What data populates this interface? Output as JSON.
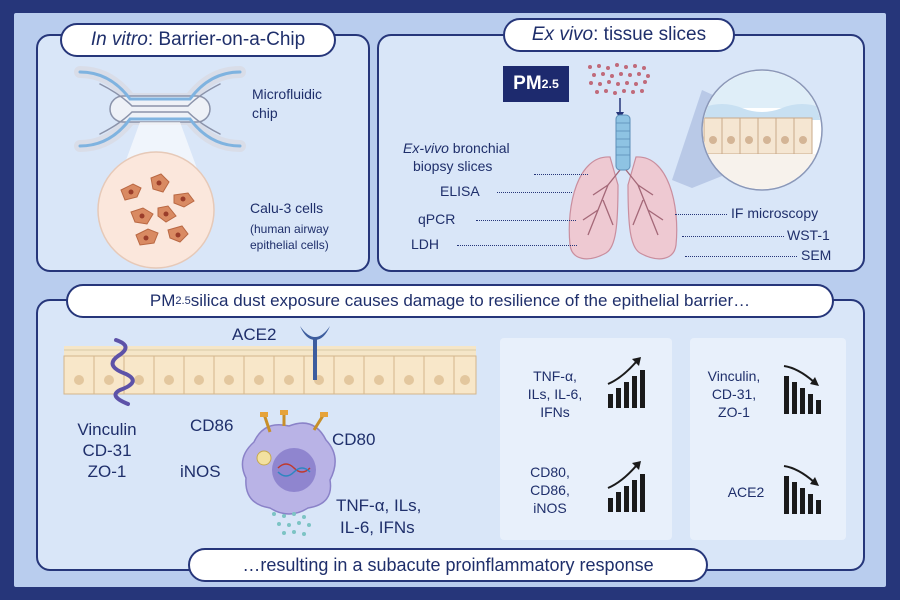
{
  "in_vitro": {
    "title_italic": "In vitro",
    "title_rest": ": Barrier-on-a-Chip",
    "chip_label_1": "Microfluidic",
    "chip_label_2": "chip",
    "cells_label": "Calu-3 cells",
    "cells_sub_1": "(human airway",
    "cells_sub_2": "epithelial cells)"
  },
  "ex_vivo": {
    "title_italic": "Ex vivo",
    "title_rest": ": tissue slices",
    "pm_main": "PM",
    "pm_sub": "2.5",
    "slices_italic": "Ex-vivo",
    "slices_rest": " bronchial",
    "slices_2": "biopsy slices",
    "assays_left": [
      "ELISA",
      "qPCR",
      "LDH"
    ],
    "assays_right": [
      "IF microscopy",
      "WST-1",
      "SEM"
    ]
  },
  "bottom": {
    "banner_pm": "PM",
    "banner_sub": "2.5",
    "banner_rest": " silica dust exposure causes damage to resilience of the epithelial barrier…",
    "ace2": "ACE2",
    "junctions": [
      "Vinculin",
      "CD-31",
      "ZO-1"
    ],
    "cd86": "CD86",
    "cd80": "CD80",
    "inos": "iNOS",
    "cyto_1": "TNF-α, ILs,",
    "cyto_2": "IL-6, IFNs",
    "up_1": [
      "TNF-α,",
      "ILs, IL-6,",
      "IFNs"
    ],
    "up_2": [
      "CD80,",
      "CD86,",
      "iNOS"
    ],
    "down_1": [
      "Vinculin,",
      "CD-31,",
      "ZO-1"
    ],
    "down_2": [
      "ACE2"
    ],
    "result": "…resulting in a subacute proinflammatory response"
  },
  "colors": {
    "navy": "#26367a",
    "panel": "#d9e6f8",
    "background": "#b9cdee",
    "cell_orange": "#d98a62",
    "macrophage": "#b9b3e6",
    "particles": "#c06a7a"
  },
  "icons": [
    "microfluidic-chip-icon",
    "calu3-cells-icon",
    "lungs-icon",
    "epithelium-zoom-icon",
    "epithelium-layer-icon",
    "ace2-receptor-icon",
    "vinculin-strand-icon",
    "macrophage-icon",
    "trend-up-icon",
    "trend-down-icon"
  ]
}
